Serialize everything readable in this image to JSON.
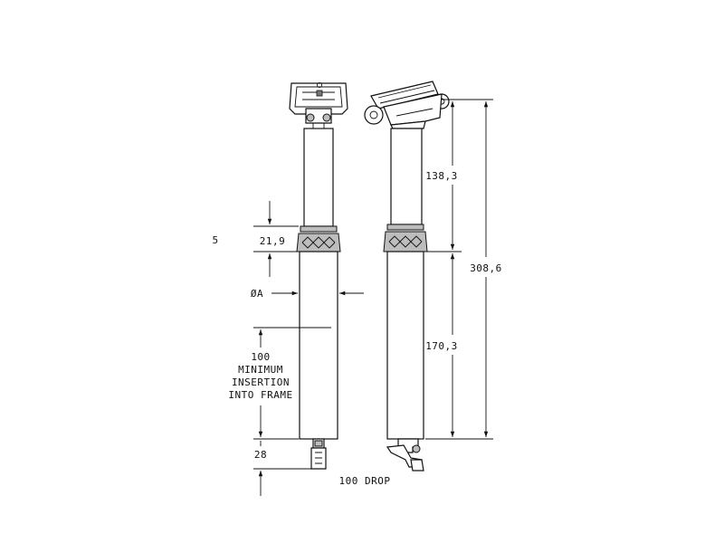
{
  "dimensions": {
    "top_length": "138,3",
    "collar_height": "21,9",
    "diameter": "ØA",
    "overall_length": "308,6",
    "lower_length": "170,3",
    "insertion_lines": [
      "100",
      "MINIMUM",
      "INSERTION",
      "INTO FRAME"
    ],
    "bottom_length": "28",
    "edge_mark": "5"
  },
  "caption": "100 DROP"
}
